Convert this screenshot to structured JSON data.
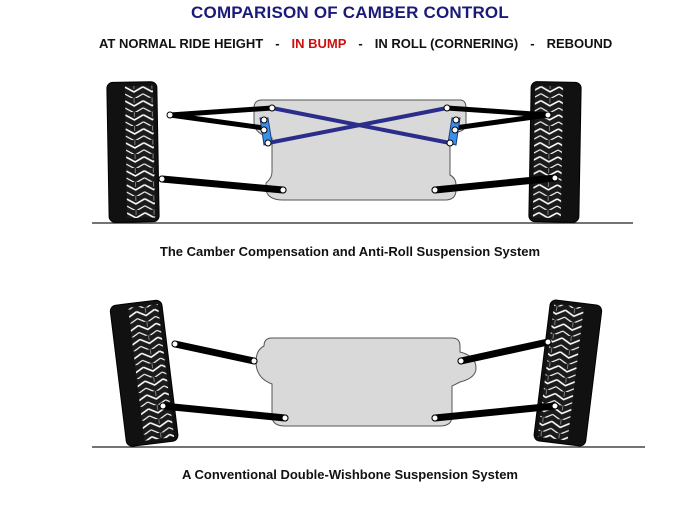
{
  "title": "COMPARISON OF CAMBER CONTROL",
  "modes": [
    {
      "label": "AT NORMAL RIDE HEIGHT",
      "active": false
    },
    {
      "label": "IN BUMP",
      "active": true
    },
    {
      "label": "IN ROLL (CORNERING)",
      "active": false
    },
    {
      "label": "REBOUND",
      "active": false
    }
  ],
  "separator": "-",
  "colors": {
    "title": "#1a1a7a",
    "active_mode": "#cc1010",
    "chassis_fill": "#d9d9d9",
    "anti_roll_link": "#2a2e8a",
    "rocker": "#3a8fe8",
    "tire": "#111111"
  },
  "diagrams": [
    {
      "id": "camber-compensation",
      "caption": "The Camber Compensation and Anti-Roll Suspension System"
    },
    {
      "id": "double-wishbone",
      "caption": "A Conventional Double-Wishbone Suspension System"
    }
  ]
}
